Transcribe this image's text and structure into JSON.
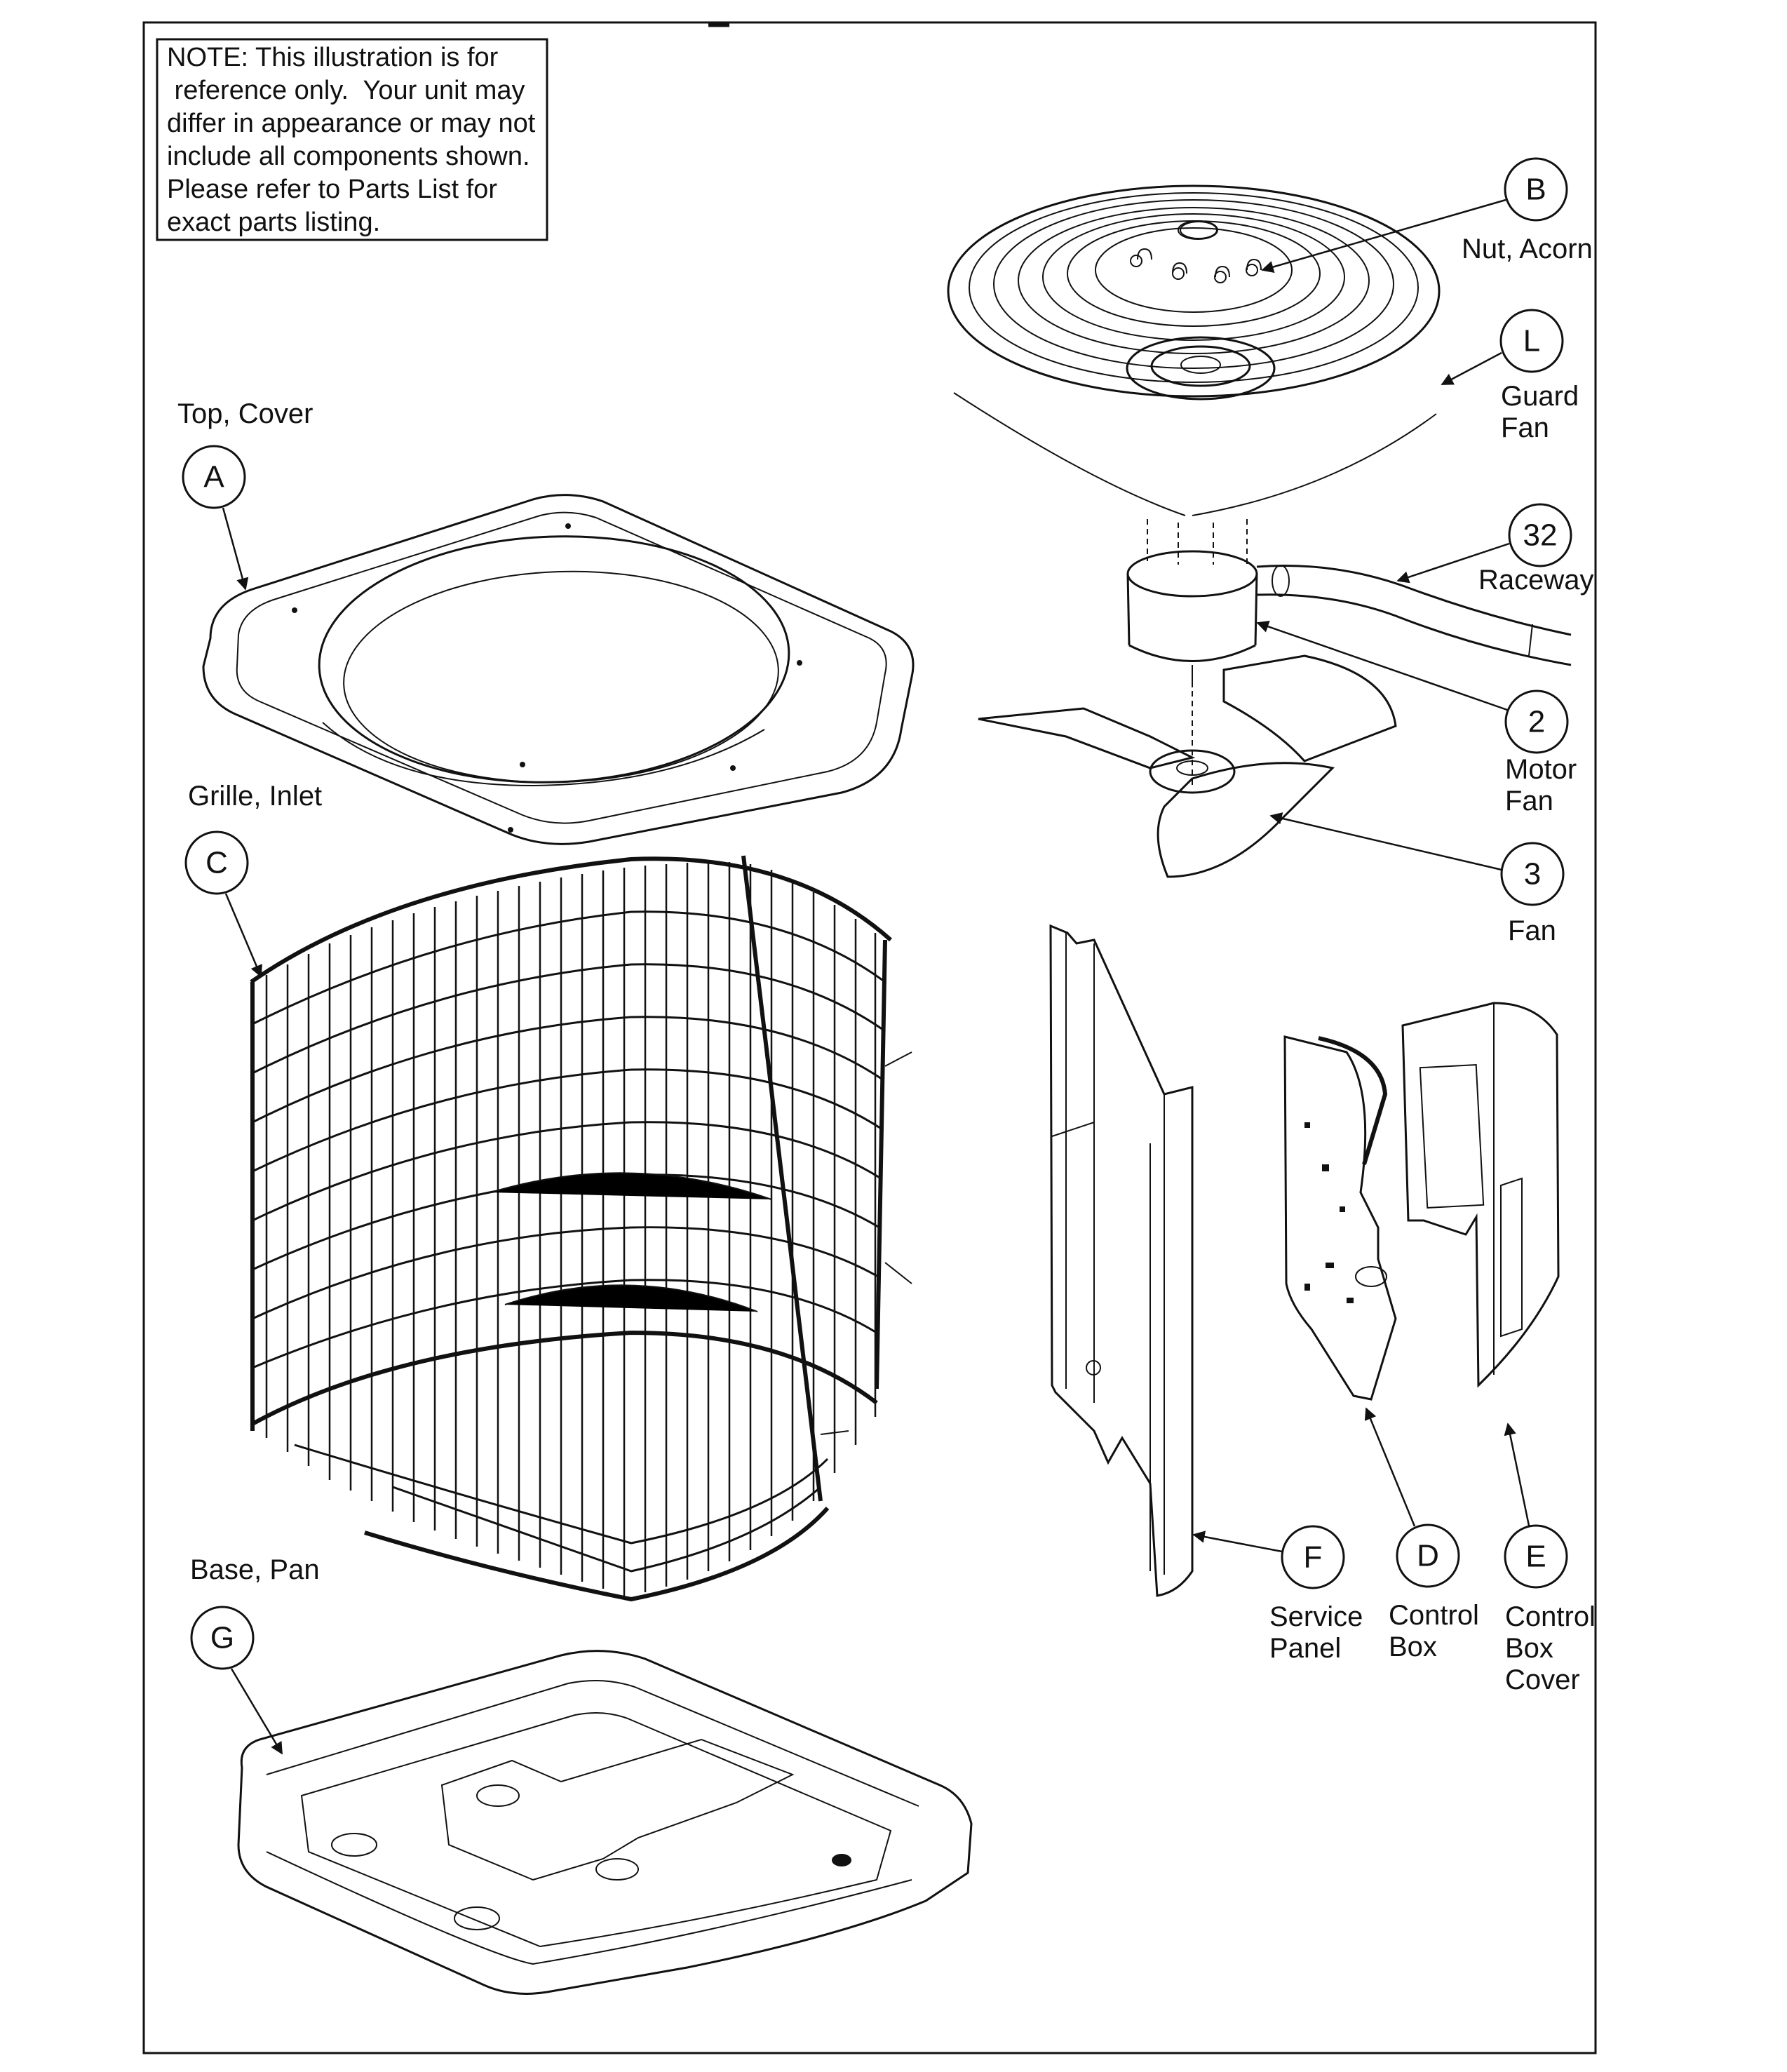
{
  "note": {
    "lines": [
      "NOTE: This illustration is for",
      " reference only.  Your unit may",
      "differ in appearance or may not",
      "include all components shown.",
      "Please refer to Parts List for",
      "exact parts listing."
    ]
  },
  "parts": [
    {
      "id": "A",
      "callout": "A",
      "label_lines": [
        "Top, Cover"
      ]
    },
    {
      "id": "C",
      "callout": "C",
      "label_lines": [
        "Grille, Inlet"
      ]
    },
    {
      "id": "G",
      "callout": "G",
      "label_lines": [
        "Base, Pan"
      ]
    },
    {
      "id": "B",
      "callout": "B",
      "label_lines": [
        "Nut, Acorn"
      ]
    },
    {
      "id": "L",
      "callout": "L",
      "label_lines": [
        "Guard",
        "Fan"
      ]
    },
    {
      "id": "32",
      "callout": "32",
      "label_lines": [
        "Raceway"
      ]
    },
    {
      "id": "2",
      "callout": "2",
      "label_lines": [
        "Motor",
        "Fan"
      ]
    },
    {
      "id": "3",
      "callout": "3",
      "label_lines": [
        "Fan"
      ]
    },
    {
      "id": "F",
      "callout": "F",
      "label_lines": [
        "Service",
        "Panel"
      ]
    },
    {
      "id": "D",
      "callout": "D",
      "label_lines": [
        "Control",
        "Box"
      ]
    },
    {
      "id": "E",
      "callout": "E",
      "label_lines": [
        "Control",
        "Box",
        "Cover"
      ]
    }
  ]
}
